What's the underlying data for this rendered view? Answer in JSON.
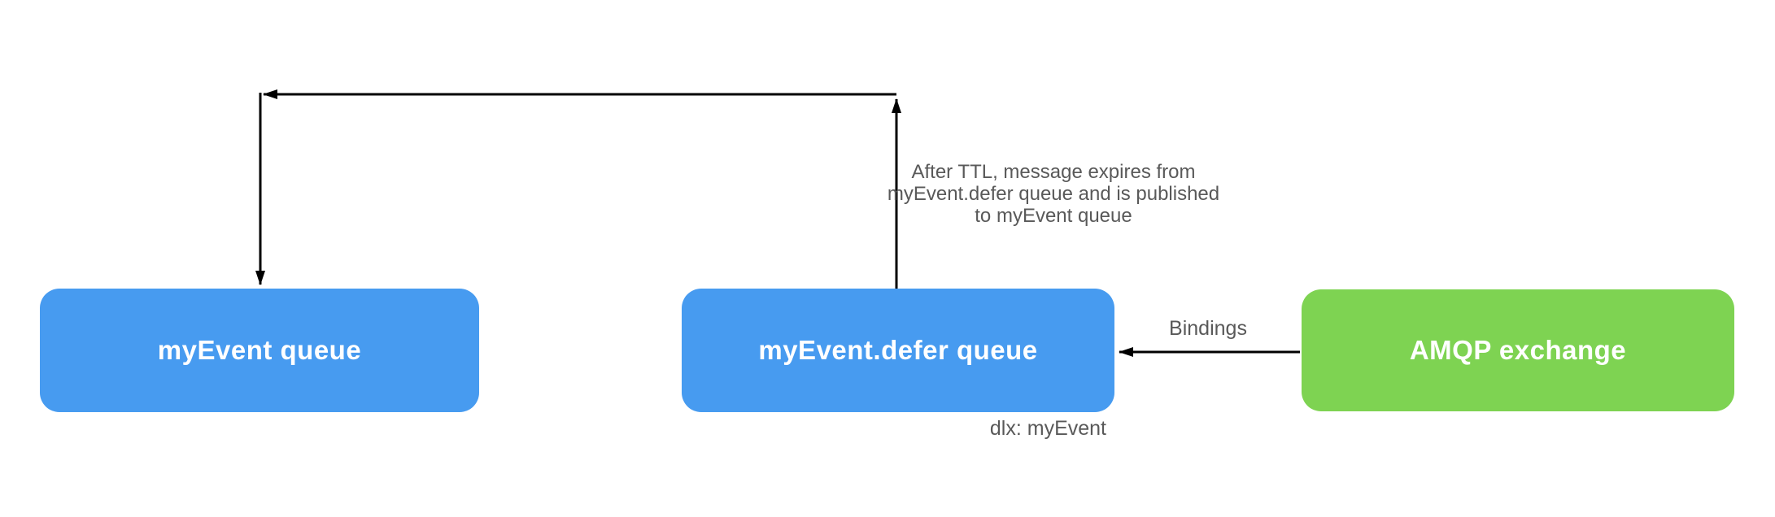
{
  "diagram": {
    "background": "#ffffff",
    "arrow_color": "#000000",
    "annotation_text_color": "#595959",
    "nodes": {
      "myevent_queue": {
        "label": "myEvent queue",
        "fill": "#479BF0",
        "text_color": "#ffffff",
        "type": "queue"
      },
      "myevent_defer_queue": {
        "label": "myEvent.defer queue",
        "fill": "#479BF0",
        "text_color": "#ffffff",
        "type": "queue"
      },
      "amqp_exchange": {
        "label": "AMQP exchange",
        "fill": "#7ED352",
        "text_color": "#ffffff",
        "type": "exchange"
      }
    },
    "annotations": {
      "ttl": "After TTL, message expires from\nmyEvent.defer queue and is published\nto myEvent queue",
      "bindings": "Bindings",
      "dlx": "dlx: myEvent"
    }
  }
}
